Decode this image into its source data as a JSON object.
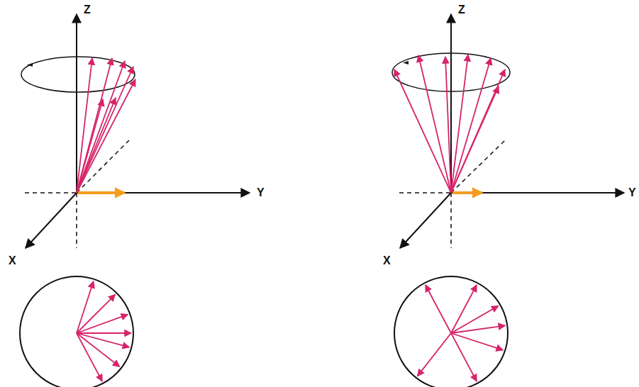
{
  "diagram": {
    "labels": [
      "Z",
      "Y",
      "X",
      "Z",
      "Y",
      "X"
    ]
  }
}
